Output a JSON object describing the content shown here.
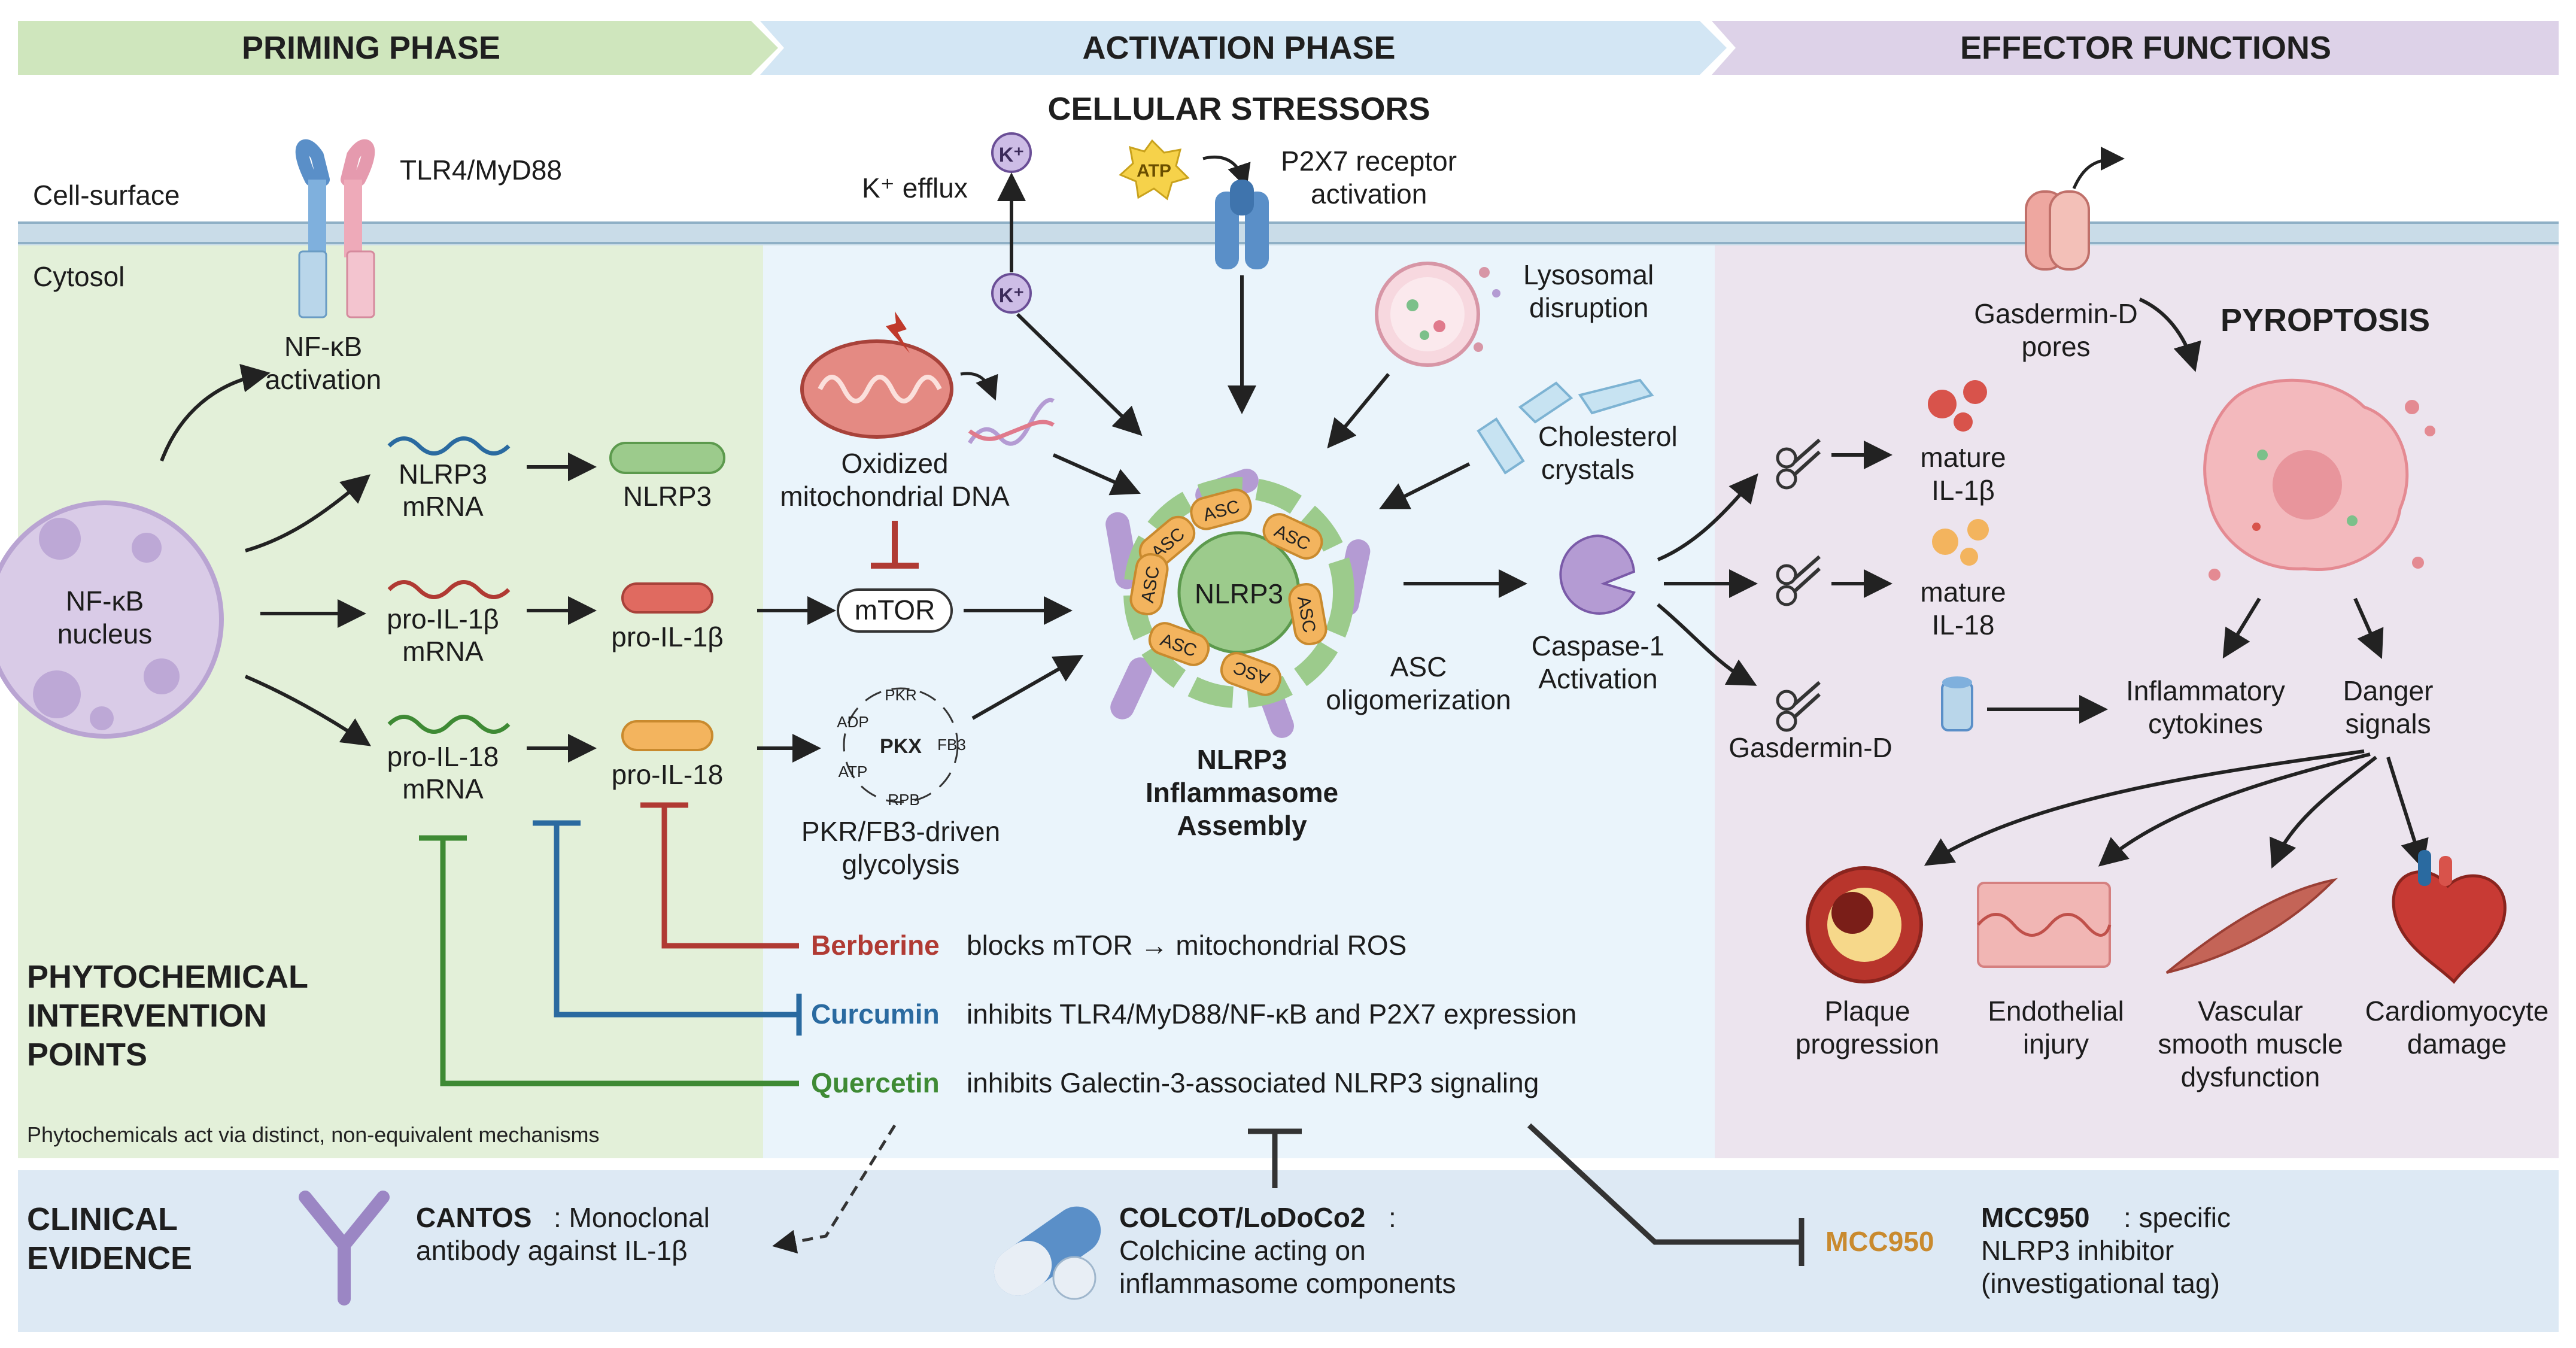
{
  "phases": {
    "priming": "PRIMING PHASE",
    "activation": "ACTIVATION PHASE",
    "effector": "EFFECTOR FUNCTIONS"
  },
  "regions": {
    "cell_surface": "Cell-surface",
    "cytosol": "Cytosol"
  },
  "priming": {
    "tlr4": "TLR4/MyD88",
    "nfkb_act": [
      "NF-κB",
      "activation"
    ],
    "nucleus": [
      "NF-κB",
      "nucleus"
    ],
    "nlrp3_mrna": [
      "NLRP3",
      "mRNA"
    ],
    "nlrp3_prot": "NLRP3",
    "il1b_mrna": [
      "pro-IL-1β",
      "mRNA"
    ],
    "il1b_prot": "pro-IL-1β",
    "il18_mrna": [
      "pro-IL-18",
      "mRNA"
    ],
    "il18_prot": "pro-IL-18"
  },
  "activation": {
    "stressors_title": "CELLULAR STRESSORS",
    "k_efflux": "K⁺ efflux",
    "k_ion": "K⁺",
    "atp": "ATP",
    "p2x7": [
      "P2X7 receptor",
      "activation"
    ],
    "lysosome": [
      "Lysosomal",
      "disruption"
    ],
    "cholesterol": [
      "Cholesterol",
      "crystals"
    ],
    "mito": [
      "Oxidized",
      "mitochondrial DNA"
    ],
    "mtor": "mTOR",
    "glycolysis": [
      "PKR/FB3-driven",
      "glycolysis"
    ],
    "cycle": {
      "center": "PKX",
      "pkr": "PKR",
      "fb3": "FB3",
      "rpb": "RPB",
      "atp": "ATP",
      "adp": "ADP"
    },
    "asc": "ASC",
    "nlrp3_core": "NLRP3",
    "asc_olig": [
      "ASC",
      "oligomerization"
    ],
    "assembly": [
      "NLRP3",
      "Inflammasome",
      "Assembly"
    ]
  },
  "effector": {
    "caspase": [
      "Caspase-1",
      "Activation"
    ],
    "gasd_pores": [
      "Gasdermin-D",
      "pores"
    ],
    "pyroptosis": "PYROPTOSIS",
    "il1b": [
      "mature",
      "IL-1β"
    ],
    "il18": [
      "mature",
      "IL-18"
    ],
    "gasd": "Gasdermin-D",
    "cytokines": [
      "Inflammatory",
      "cytokines"
    ],
    "danger": [
      "Danger",
      "signals"
    ],
    "outcomes": [
      [
        "Plaque",
        "progression"
      ],
      [
        "Endothelial",
        "injury"
      ],
      [
        "Vascular",
        "smooth muscle",
        "dysfunction"
      ],
      [
        "Cardiomyocyte",
        "damage"
      ]
    ]
  },
  "intervention": {
    "title": [
      "PHYTOCHEMICAL",
      "INTERVENTION",
      "POINTS"
    ],
    "note": "Phytochemicals act via distinct, non-equivalent mechanisms",
    "berberine": {
      "name": "Berberine",
      "text": "blocks mTOR → mitochondrial ROS"
    },
    "curcumin": {
      "name": "Curcumin",
      "text": "inhibits TLR4/MyD88/NF-κB and P2X7 expression"
    },
    "quercetin": {
      "name": "Quercetin",
      "text": "inhibits Galectin-3-associated NLRP3 signaling"
    }
  },
  "clinical": {
    "title": [
      "CLINICAL",
      "EVIDENCE"
    ],
    "cantos_name": "CANTOS",
    "cantos_text": [
      ": Monoclonal",
      "antibody against IL-1β"
    ],
    "colcot_name": "COLCOT/LoDoCo2",
    "colcot_text": [
      ":",
      "Colchicine acting on",
      "inflammasome components"
    ],
    "mcc_tag": "MCC950",
    "mcc_name": "MCC950",
    "mcc_text": [
      ": specific",
      "NLRP3 inhibitor",
      "(investigational tag)"
    ]
  },
  "colors": {
    "priming_bg": "#e3f0d9",
    "activation_bg": "#eaf4fb",
    "effector_bg": "#ece4ee",
    "clinical_bg": "#dde9f4",
    "berberine": "#b03a33",
    "curcumin": "#2a6aa0",
    "quercetin": "#3e8a34",
    "mcc950": "#c98a2e"
  }
}
